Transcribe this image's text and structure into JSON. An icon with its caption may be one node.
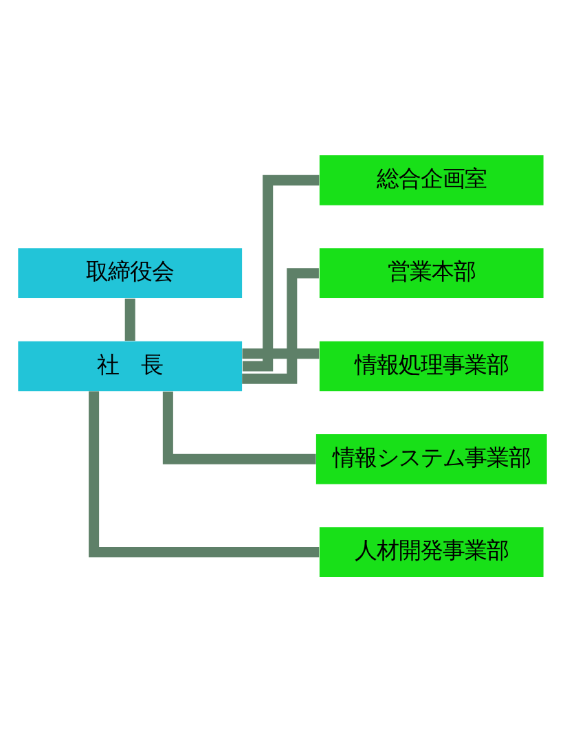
{
  "diagram": {
    "nodes": [
      {
        "text": [
          "取締役会"
        ]
      },
      {
        "text": [
          "社　長"
        ]
      },
      {
        "text": [
          "総合企画室"
        ]
      },
      {
        "text": [
          "営業本部"
        ]
      },
      {
        "text": [
          "情報処理事業部"
        ]
      },
      {
        "text": [
          "情報システム事業部"
        ]
      },
      {
        "text": [
          "人材開発事業部"
        ]
      }
    ],
    "edges": [
      {
        "from": 0,
        "to": 1,
        "arrow": "none"
      },
      {
        "from": 1,
        "to": 2,
        "arrow": "none"
      },
      {
        "from": 1,
        "to": 3,
        "arrow": "none"
      },
      {
        "from": 1,
        "to": 4,
        "arrow": "none"
      },
      {
        "from": 1,
        "to": 5,
        "arrow": "none"
      },
      {
        "from": 1,
        "to": 6,
        "arrow": "none"
      }
    ]
  }
}
